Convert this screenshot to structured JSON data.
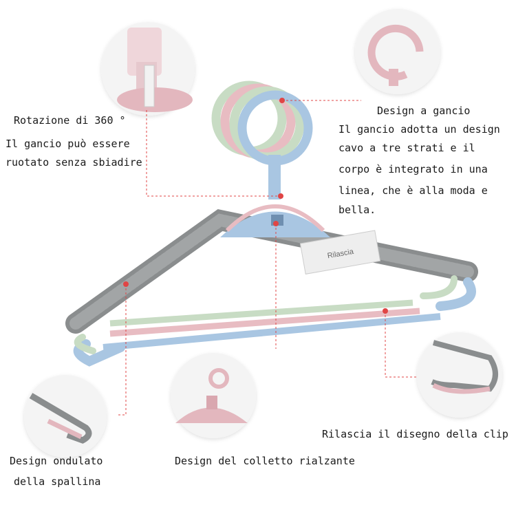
{
  "colors": {
    "blue": "#a9c6e2",
    "pink": "#e8bcc2",
    "green": "#c8dcc4",
    "gray": "#8a8d8e",
    "leader": "#e04545"
  },
  "callouts": {
    "rotation_title": "Rotazione di 360 °",
    "rotation_desc1": "Il gancio può essere",
    "rotation_desc2": "ruotato senza sbiadire",
    "hook_title": "Design a gancio",
    "hook_desc1": "Il gancio adotta un design",
    "hook_desc2": "cavo a tre strati e il",
    "hook_desc3": "corpo è integrato in una",
    "hook_desc4": "linea, che è alla moda e",
    "hook_desc5": "bella.",
    "clip": "Rilascia il disegno della clip",
    "shoulder1": "Design ondulato",
    "shoulder2": "della spallina",
    "collar": "Design del colletto rialzante"
  },
  "tag_text": "Rilascia"
}
